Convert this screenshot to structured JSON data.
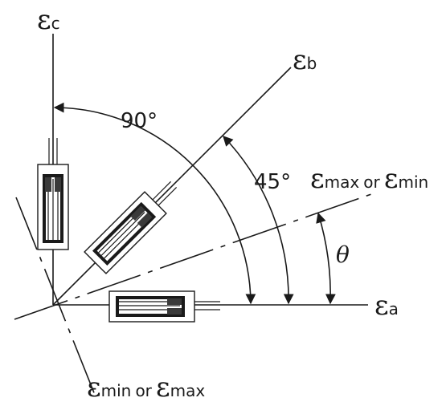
{
  "labels": {
    "eps_c": {
      "symbol": "ε",
      "sub": "c"
    },
    "eps_b": {
      "symbol": "ε",
      "sub": "b"
    },
    "eps_a": {
      "symbol": "ε",
      "sub": "a"
    },
    "eps_principal_1": {
      "symbol": "ε",
      "sub": "max",
      "connector": "or",
      "symbol2": "ε",
      "sub2": "min"
    },
    "eps_principal_2": {
      "symbol": "ε",
      "sub": "min",
      "connector": "or",
      "symbol2": "ε",
      "sub2": "max"
    }
  },
  "angles": {
    "right_angle": "90°",
    "half_angle": "45°",
    "theta": "θ"
  },
  "colors": {
    "ink": "#1a1a1a",
    "gauge_fill": "#3a3a3a"
  }
}
